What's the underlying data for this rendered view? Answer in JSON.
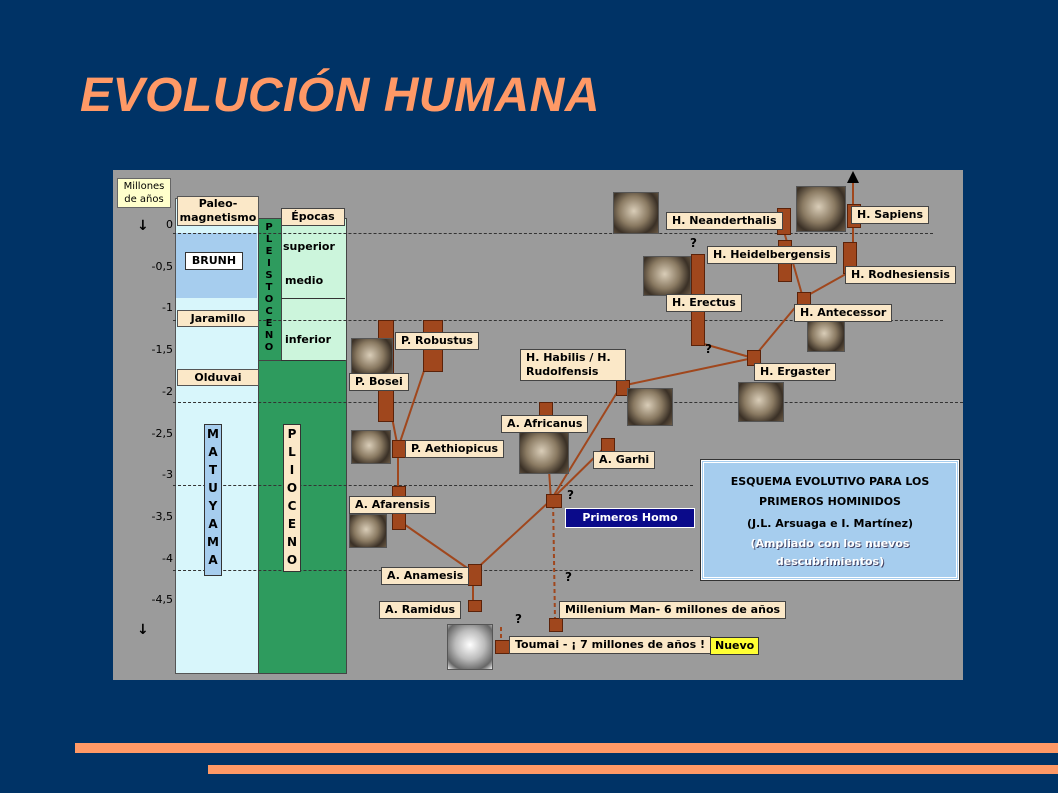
{
  "slide": {
    "title": "EVOLUCIÓN HUMANA"
  },
  "diagram": {
    "axis": {
      "title": "Millones de años",
      "ticks": [
        "0",
        "-0,5",
        "-1",
        "-1,5",
        "-2",
        "-2,5",
        "-3",
        "-3,5",
        "-4",
        "-4,5"
      ]
    },
    "paleomagnetism": {
      "header": "Paleo-magnetismo",
      "epochs": [
        "BRUNH",
        "Jaramillo",
        "Olduvai"
      ],
      "matuyama": [
        "M",
        "A",
        "T",
        "U",
        "Y",
        "A",
        "M",
        "A"
      ]
    },
    "geology": {
      "pleistoceno": [
        "P",
        "L",
        "E",
        "I",
        "S",
        "T",
        "O",
        "C",
        "E",
        "N",
        "O"
      ],
      "plioceno": [
        "P",
        "L",
        "I",
        "O",
        "C",
        "E",
        "N",
        "O"
      ],
      "epocas_header": "Épocas",
      "subdivisions": [
        "superior",
        "medio",
        "inferior"
      ]
    },
    "species": [
      "H. Sapiens",
      "H. Neanderthalis",
      "H. Heidelbergensis",
      "H. Rodhesiensis",
      "H. Erectus",
      "H. Antecessor",
      "H. Ergaster",
      "H. Habilis / H. Rudolfensis",
      "P. Robustus",
      "P. Bosei",
      "P. Aethiopicus",
      "A. Africanus",
      "A. Garhi",
      "A. Afarensis",
      "A. Anamesis",
      "A. Ramidus",
      "Millenium Man- 6 millones de años",
      "Toumai - ¡ 7 millones de años !"
    ],
    "badges": {
      "nuevo": "Nuevo",
      "primeros_homo": "Primeros Homo"
    },
    "legend": {
      "line1": "ESQUEMA EVOLUTIVO PARA LOS",
      "line2": "PRIMEROS HOMINIDOS",
      "line3": "(J.L. Arsuaga e I. Martínez)",
      "line4": "(Ampliado con los nuevos",
      "line5": "descubrimientos)"
    },
    "question_mark": "?",
    "colors": {
      "bar": "#a0471d",
      "label_bg": "#fbe8c8",
      "plioceno": "#2e9b5e",
      "title": "#ff9966"
    }
  }
}
